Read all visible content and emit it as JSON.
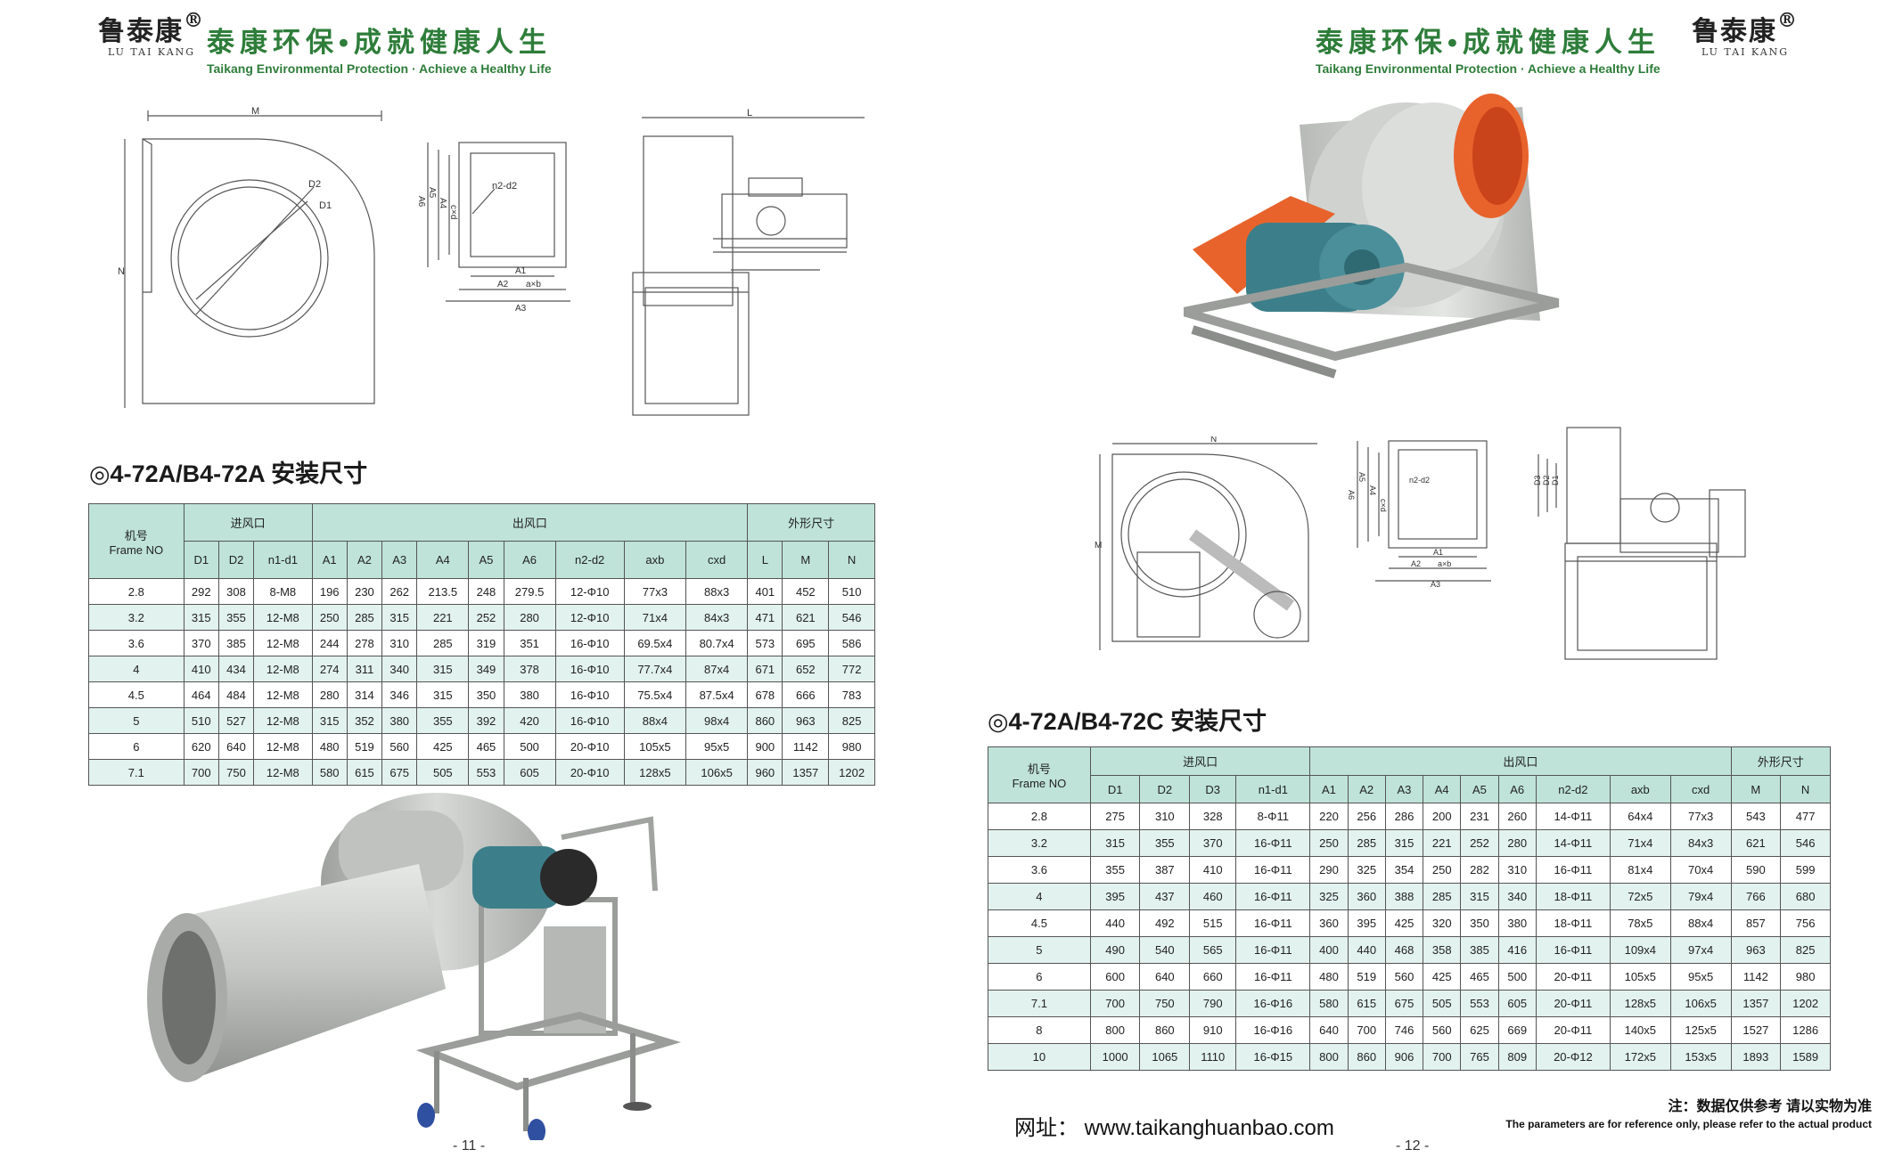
{
  "header": {
    "logo_cn": "鲁泰康",
    "logo_reg": "®",
    "logo_en": "LU TAI KANG",
    "slogan_cn": "泰康环保•成就健康人生",
    "slogan_en": "Taikang Environmental Protection · Achieve a Healthy Life"
  },
  "drawing_labels": {
    "left": {
      "M": "M",
      "N": "N",
      "D2": "D2",
      "D1": "D1",
      "A5": "A5",
      "A4": "A4",
      "A6": "A6",
      "cxd": "c×d",
      "n2d2": "n2-d2",
      "A1": "A1",
      "A2": "A2",
      "axb": "a×b",
      "A3": "A3",
      "L": "L"
    },
    "right": {
      "N": "N",
      "M": "M",
      "A5": "A5",
      "A4": "A4",
      "A6": "A6",
      "cxd": "c×d",
      "n2d2": "n2-d2",
      "A1": "A1",
      "A2": "A2",
      "axb": "a×b",
      "A3": "A3",
      "D3": "D3",
      "D2": "D2",
      "D1": "D1"
    }
  },
  "left_page": {
    "section_title": "◎4-72A/B4-72A 安装尺寸",
    "page_number": "- 11 -",
    "table": {
      "frame_label_cn": "机号",
      "frame_label_en": "Frame NO",
      "groups": [
        "进风口",
        "出风口",
        "外形尺寸"
      ],
      "columns": [
        "D1",
        "D2",
        "n1-d1",
        "A1",
        "A2",
        "A3",
        "A4",
        "A5",
        "A6",
        "n2-d2",
        "axb",
        "cxd",
        "L",
        "M",
        "N"
      ],
      "rows": [
        [
          "2.8",
          "292",
          "308",
          "8-M8",
          "196",
          "230",
          "262",
          "213.5",
          "248",
          "279.5",
          "12-Φ10",
          "77x3",
          "88x3",
          "401",
          "452",
          "510"
        ],
        [
          "3.2",
          "315",
          "355",
          "12-M8",
          "250",
          "285",
          "315",
          "221",
          "252",
          "280",
          "12-Φ10",
          "71x4",
          "84x3",
          "471",
          "621",
          "546"
        ],
        [
          "3.6",
          "370",
          "385",
          "12-M8",
          "244",
          "278",
          "310",
          "285",
          "319",
          "351",
          "16-Φ10",
          "69.5x4",
          "80.7x4",
          "573",
          "695",
          "586"
        ],
        [
          "4",
          "410",
          "434",
          "12-M8",
          "274",
          "311",
          "340",
          "315",
          "349",
          "378",
          "16-Φ10",
          "77.7x4",
          "87x4",
          "671",
          "652",
          "772"
        ],
        [
          "4.5",
          "464",
          "484",
          "12-M8",
          "280",
          "314",
          "346",
          "315",
          "350",
          "380",
          "16-Φ10",
          "75.5x4",
          "87.5x4",
          "678",
          "666",
          "783"
        ],
        [
          "5",
          "510",
          "527",
          "12-M8",
          "315",
          "352",
          "380",
          "355",
          "392",
          "420",
          "16-Φ10",
          "88x4",
          "98x4",
          "860",
          "963",
          "825"
        ],
        [
          "6",
          "620",
          "640",
          "12-M8",
          "480",
          "519",
          "560",
          "425",
          "465",
          "500",
          "20-Φ10",
          "105x5",
          "95x5",
          "900",
          "1142",
          "980"
        ],
        [
          "7.1",
          "700",
          "750",
          "12-M8",
          "580",
          "615",
          "675",
          "505",
          "553",
          "605",
          "20-Φ10",
          "128x5",
          "106x5",
          "960",
          "1357",
          "1202"
        ]
      ]
    }
  },
  "right_page": {
    "section_title": "◎4-72A/B4-72C 安装尺寸",
    "page_number": "- 12 -",
    "website": "网址：  www.taikanghuanbao.com",
    "note_cn": "注：数据仅供参考 请以实物为准",
    "note_en": "The parameters are for reference only, please refer to the actual product",
    "table": {
      "frame_label_cn": "机号",
      "frame_label_en": "Frame NO",
      "groups": [
        "进风口",
        "出风口",
        "外形尺寸"
      ],
      "columns": [
        "D1",
        "D2",
        "D3",
        "n1-d1",
        "A1",
        "A2",
        "A3",
        "A4",
        "A5",
        "A6",
        "n2-d2",
        "axb",
        "cxd",
        "M",
        "N"
      ],
      "rows": [
        [
          "2.8",
          "275",
          "310",
          "328",
          "8-Φ11",
          "220",
          "256",
          "286",
          "200",
          "231",
          "260",
          "14-Φ11",
          "64x4",
          "77x3",
          "543",
          "477"
        ],
        [
          "3.2",
          "315",
          "355",
          "370",
          "16-Φ11",
          "250",
          "285",
          "315",
          "221",
          "252",
          "280",
          "14-Φ11",
          "71x4",
          "84x3",
          "621",
          "546"
        ],
        [
          "3.6",
          "355",
          "387",
          "410",
          "16-Φ11",
          "290",
          "325",
          "354",
          "250",
          "282",
          "310",
          "16-Φ11",
          "81x4",
          "70x4",
          "590",
          "599"
        ],
        [
          "4",
          "395",
          "437",
          "460",
          "16-Φ11",
          "325",
          "360",
          "388",
          "285",
          "315",
          "340",
          "18-Φ11",
          "72x5",
          "79x4",
          "766",
          "680"
        ],
        [
          "4.5",
          "440",
          "492",
          "515",
          "16-Φ11",
          "360",
          "395",
          "425",
          "320",
          "350",
          "380",
          "18-Φ11",
          "78x5",
          "88x4",
          "857",
          "756"
        ],
        [
          "5",
          "490",
          "540",
          "565",
          "16-Φ11",
          "400",
          "440",
          "468",
          "358",
          "385",
          "416",
          "16-Φ11",
          "109x4",
          "97x4",
          "963",
          "825"
        ],
        [
          "6",
          "600",
          "640",
          "660",
          "16-Φ11",
          "480",
          "519",
          "560",
          "425",
          "465",
          "500",
          "20-Φ11",
          "105x5",
          "95x5",
          "1142",
          "980"
        ],
        [
          "7.1",
          "700",
          "750",
          "790",
          "16-Φ16",
          "580",
          "615",
          "675",
          "505",
          "553",
          "605",
          "20-Φ11",
          "128x5",
          "106x5",
          "1357",
          "1202"
        ],
        [
          "8",
          "800",
          "860",
          "910",
          "16-Φ16",
          "640",
          "700",
          "746",
          "560",
          "625",
          "669",
          "20-Φ11",
          "140x5",
          "125x5",
          "1527",
          "1286"
        ],
        [
          "10",
          "1000",
          "1065",
          "1110",
          "16-Φ15",
          "800",
          "860",
          "906",
          "700",
          "765",
          "809",
          "20-Φ12",
          "172x5",
          "153x5",
          "1893",
          "1589"
        ]
      ]
    }
  },
  "colors": {
    "brand_green": "#2e7d3a",
    "header_teal": "#bfe3d9",
    "row_alt": "#e2f2ee",
    "fan_orange": "#e8632c",
    "fan_grey": "#c9ccc9",
    "motor_teal": "#3c7f8a"
  },
  "icons": {
    "photo_left": "centrifugal-fan-cart-photo-icon",
    "photo_right": "centrifugal-fan-motor-photo-icon"
  }
}
